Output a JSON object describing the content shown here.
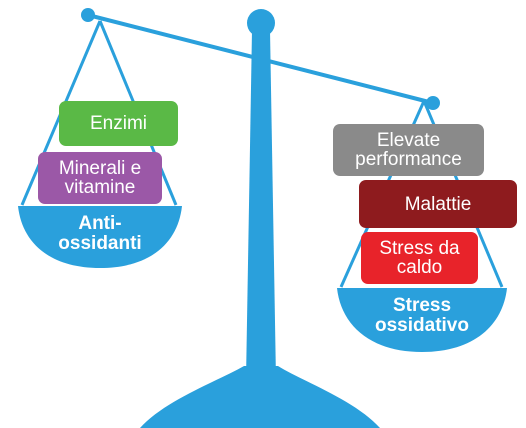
{
  "colors": {
    "scale": "#2aa0dc",
    "enzimi": "#5ab946",
    "minerali": "#9b58a7",
    "elevate": "#8a8a8a",
    "malattie": "#8e1b1e",
    "stress_caldo": "#e8232a"
  },
  "left_pan": {
    "label_line1": "Anti-",
    "label_line2": "ossidanti",
    "boxes": [
      {
        "line1": "Enzimi",
        "line2": ""
      },
      {
        "line1": "Minerali e",
        "line2": "vitamine"
      }
    ]
  },
  "right_pan": {
    "label_line1": "Stress",
    "label_line2": "ossidativo",
    "boxes": [
      {
        "line1": "Elevate",
        "line2": "performance"
      },
      {
        "line1": "Malattie",
        "line2": ""
      },
      {
        "line1": "Stress da",
        "line2": "caldo"
      }
    ]
  }
}
